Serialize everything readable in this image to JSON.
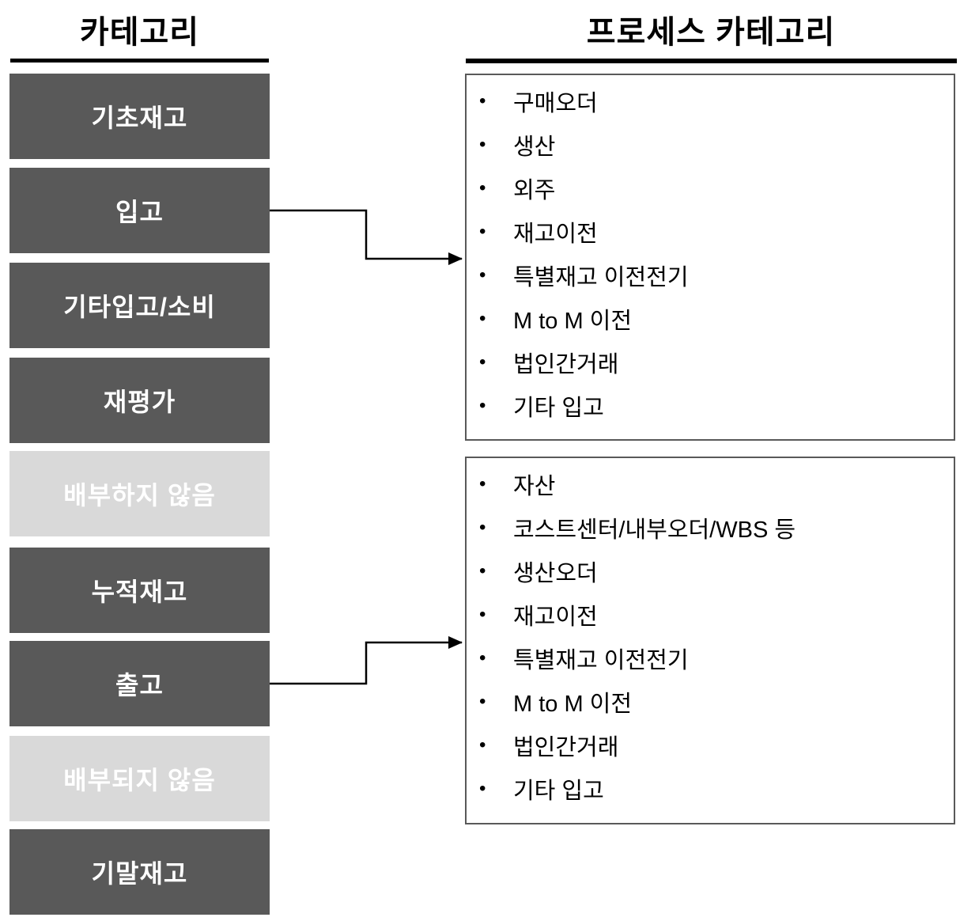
{
  "left_column": {
    "title": "카테고리",
    "items": [
      {
        "label": "기초재고",
        "style": "dark"
      },
      {
        "label": "입고",
        "style": "dark"
      },
      {
        "label": "기타입고/소비",
        "style": "dark"
      },
      {
        "label": "재평가",
        "style": "dark"
      },
      {
        "label": "배부하지 않음",
        "style": "light"
      },
      {
        "label": "누적재고",
        "style": "dark"
      },
      {
        "label": "출고",
        "style": "dark"
      },
      {
        "label": "배부되지 않음",
        "style": "light"
      },
      {
        "label": "기말재고",
        "style": "dark"
      }
    ]
  },
  "right_column": {
    "title": "프로세스 카테고리",
    "bullet": "•",
    "boxes": [
      {
        "items": [
          "구매오더",
          "생산",
          "외주",
          "재고이전",
          "특별재고 이전전기",
          "M to M 이전",
          "법인간거래",
          "기타 입고"
        ]
      },
      {
        "items": [
          "자산",
          "코스트센터/내부오더/WBS 등",
          "생산오더",
          "재고이전",
          "특별재고 이전전기",
          "M to M 이전",
          "법인간거래",
          "기타 입고"
        ]
      }
    ]
  },
  "connectors": [
    {
      "from": "입고",
      "to": "process-box-1"
    },
    {
      "from": "출고",
      "to": "process-box-2"
    }
  ],
  "colors": {
    "dark_box": "#595959",
    "light_box": "#d9d9d9",
    "box_text": "#ffffff",
    "list_text": "#000000",
    "box_border": "#595959",
    "underline": "#000000",
    "arrow": "#000000",
    "background": "#ffffff"
  }
}
